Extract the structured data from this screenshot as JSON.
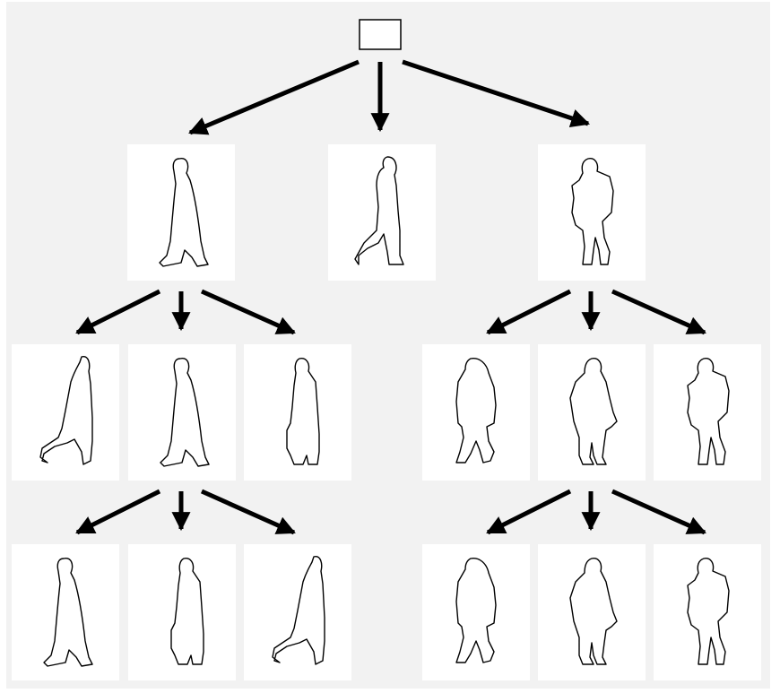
{
  "colors": {
    "panel_background": "#f2f2f2",
    "tile_background": "#ffffff",
    "line": "#000000"
  },
  "root": {
    "shape": "rectangle"
  },
  "levels": [
    {
      "id": "level-1",
      "nodes": [
        {
          "id": "l1-left",
          "figure": "long-coat-walking"
        },
        {
          "id": "l1-mid",
          "figure": "man-striding"
        },
        {
          "id": "l1-right",
          "figure": "backpack-walking"
        }
      ]
    },
    {
      "id": "level-2",
      "nodes": [
        {
          "id": "l2-a",
          "figure": "long-coat-striding",
          "parent": "l1-left"
        },
        {
          "id": "l2-b",
          "figure": "long-coat-walking",
          "parent": "l1-left"
        },
        {
          "id": "l2-c",
          "figure": "bag-standing",
          "parent": "l1-left"
        },
        {
          "id": "l2-d",
          "figure": "coat-walking",
          "parent": "l1-right"
        },
        {
          "id": "l2-e",
          "figure": "coat-bag-walking",
          "parent": "l1-right"
        },
        {
          "id": "l2-f",
          "figure": "backpack-walking",
          "parent": "l1-right"
        }
      ]
    },
    {
      "id": "level-3",
      "nodes": [
        {
          "id": "l3-a",
          "figure": "long-coat-walking",
          "parent": "l2-b"
        },
        {
          "id": "l3-b",
          "figure": "bag-standing",
          "parent": "l2-b"
        },
        {
          "id": "l3-c",
          "figure": "long-coat-striding",
          "parent": "l2-b"
        },
        {
          "id": "l3-d",
          "figure": "coat-walking",
          "parent": "l2-e"
        },
        {
          "id": "l3-e",
          "figure": "coat-bag-walking",
          "parent": "l2-e"
        },
        {
          "id": "l3-f",
          "figure": "backpack-walking",
          "parent": "l2-e"
        }
      ]
    }
  ]
}
